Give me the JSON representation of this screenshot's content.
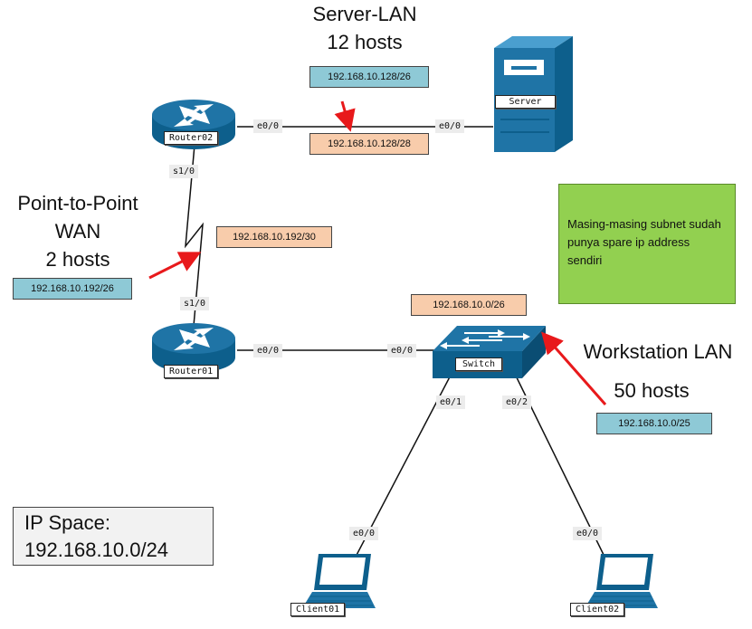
{
  "segments": {
    "server_lan": {
      "title": "Server-LAN",
      "hosts": "12 hosts"
    },
    "wan": {
      "title_line1": "Point-to-Point",
      "title_line2": "WAN",
      "hosts": "2 hosts"
    },
    "workstation_lan": {
      "title": "Workstation LAN",
      "hosts": "50 hosts"
    }
  },
  "subnets": {
    "server_initial": "192.168.10.128/26",
    "server_final": "192.168.10.128/28",
    "wan_initial": "192.168.10.192/26",
    "wan_final": "192.168.10.192/30",
    "workstation_final": "192.168.10.0/26",
    "workstation_initial": "192.168.10.0/25"
  },
  "devices": {
    "router02": "Router02",
    "router01": "Router01",
    "server": "Server",
    "switch": "Switch",
    "client01": "Client01",
    "client02": "Client02"
  },
  "interfaces": {
    "r02_e00": "e0/0",
    "server_e00": "e0/0",
    "r02_s10": "s1/0",
    "r01_s10": "s1/0",
    "r01_e00": "e0/0",
    "sw_e00": "e0/0",
    "sw_e01": "e0/1",
    "sw_e02": "e0/2",
    "c01_e00": "e0/0",
    "c02_e00": "e0/0"
  },
  "note": "Masing-masing subnet sudah punya spare ip address sendiri",
  "ip_space": {
    "label": "IP Space:",
    "value": "192.168.10.0/24"
  },
  "colors": {
    "device_blue": "#1f74a6",
    "device_dark": "#0d5f8c",
    "original_subnet": "#8ec9d6",
    "new_subnet": "#f8ccab",
    "note_green": "#92d050",
    "arrow_red": "#e8191b"
  }
}
